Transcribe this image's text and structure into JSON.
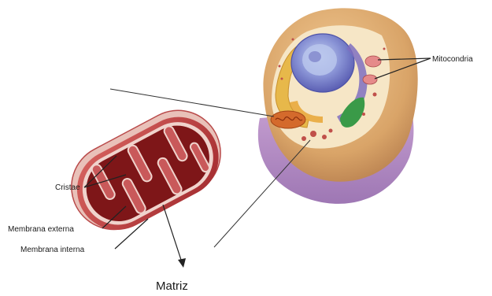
{
  "labels": {
    "mitocondria": "Mitocondria",
    "cristae": "Cristae",
    "membrana_externa": "Membrana externa",
    "membrana_interna": "Membrana interna",
    "matriz": "Matriz"
  },
  "colors": {
    "cell_body": "#d9a468",
    "cell_bottom": "#b98fc9",
    "nucleus": "#6f73c6",
    "er": "#e7b84a",
    "golgi_green": "#3a9a48",
    "mito_outer": "#b8383c",
    "mito_inner": "#7e1618",
    "mito_edge": "#e9c1b9"
  }
}
